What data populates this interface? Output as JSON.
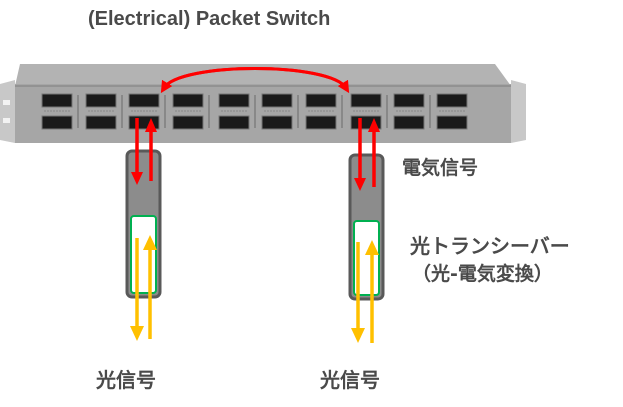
{
  "title": "(Electrical) Packet Switch",
  "labels": {
    "electrical_signal": "電気信号",
    "transceiver_line1": "光トランシーバー",
    "transceiver_line2": "（光-電気変換）",
    "optical_signal_left": "光信号",
    "optical_signal_right": "光信号"
  },
  "switch": {
    "port_count": 10,
    "connected_ports": [
      3,
      8
    ]
  },
  "colors": {
    "electrical_arrow": "#ff0000",
    "optical_arrow": "#ffc000",
    "switch_body": "#a6a6a6",
    "port": "#1a1a1a",
    "transceiver_border": "#595959",
    "transceiver_optical_frame": "#00b050",
    "text": "#4a4a4a"
  }
}
